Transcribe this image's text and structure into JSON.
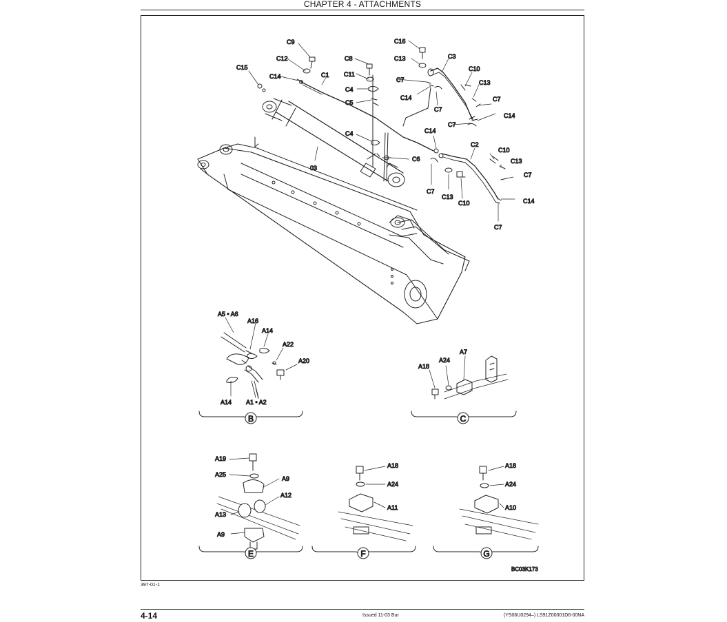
{
  "header": {
    "chapter_title": "CHAPTER 4 - ATTACHMENTS"
  },
  "footer": {
    "ref_code": "397-01-1",
    "page_number": "4-14",
    "issued": "Issued 11-03   Bur",
    "doc_id": "(YS06U0294–)   LS91Z00001D6-00NA"
  },
  "figure": {
    "code": "BC03K173",
    "main_labels": {
      "c9": "C9",
      "c12": "C12",
      "c15": "C15",
      "c14a": "C14",
      "c1": "C1",
      "c8": "C8",
      "c11": "C11",
      "c4a": "C4",
      "c5": "C5",
      "c4b": "C4",
      "c16": "C16",
      "c13a": "C13",
      "c7a": "C7",
      "c14b": "C14",
      "c3": "C3",
      "c7b": "C7",
      "c10a": "C10",
      "c13b": "C13",
      "c7c": "C7",
      "c14c": "C14",
      "c7d": "C7",
      "c14d": "C14",
      "c2": "C2",
      "c10b": "C10",
      "c13c": "C13",
      "c7e": "C7",
      "c6": "C6",
      "o3": "03",
      "c7f": "C7",
      "c13d": "C13",
      "c10c": "C10",
      "c14e": "C14",
      "c7g": "C7"
    },
    "detail_b": {
      "marker": "B",
      "labels": {
        "a5a6": "A5 • A6",
        "a16": "A16",
        "a14a": "A14",
        "a22": "A22",
        "a20": "A20",
        "a14b": "A14",
        "a1a2": "A1 • A2"
      }
    },
    "detail_c": {
      "marker": "C",
      "labels": {
        "a7": "A7",
        "a24": "A24",
        "a18": "A18"
      }
    },
    "detail_e": {
      "marker": "E",
      "labels": {
        "a19": "A19",
        "a25": "A25",
        "a9a": "A9",
        "a12": "A12",
        "a13": "A13",
        "a9b": "A9"
      }
    },
    "detail_f": {
      "marker": "F",
      "labels": {
        "a18": "A18",
        "a24": "A24",
        "a11": "A11"
      }
    },
    "detail_g": {
      "marker": "G",
      "labels": {
        "a18": "A18",
        "a24": "A24",
        "a10": "A10"
      }
    }
  }
}
